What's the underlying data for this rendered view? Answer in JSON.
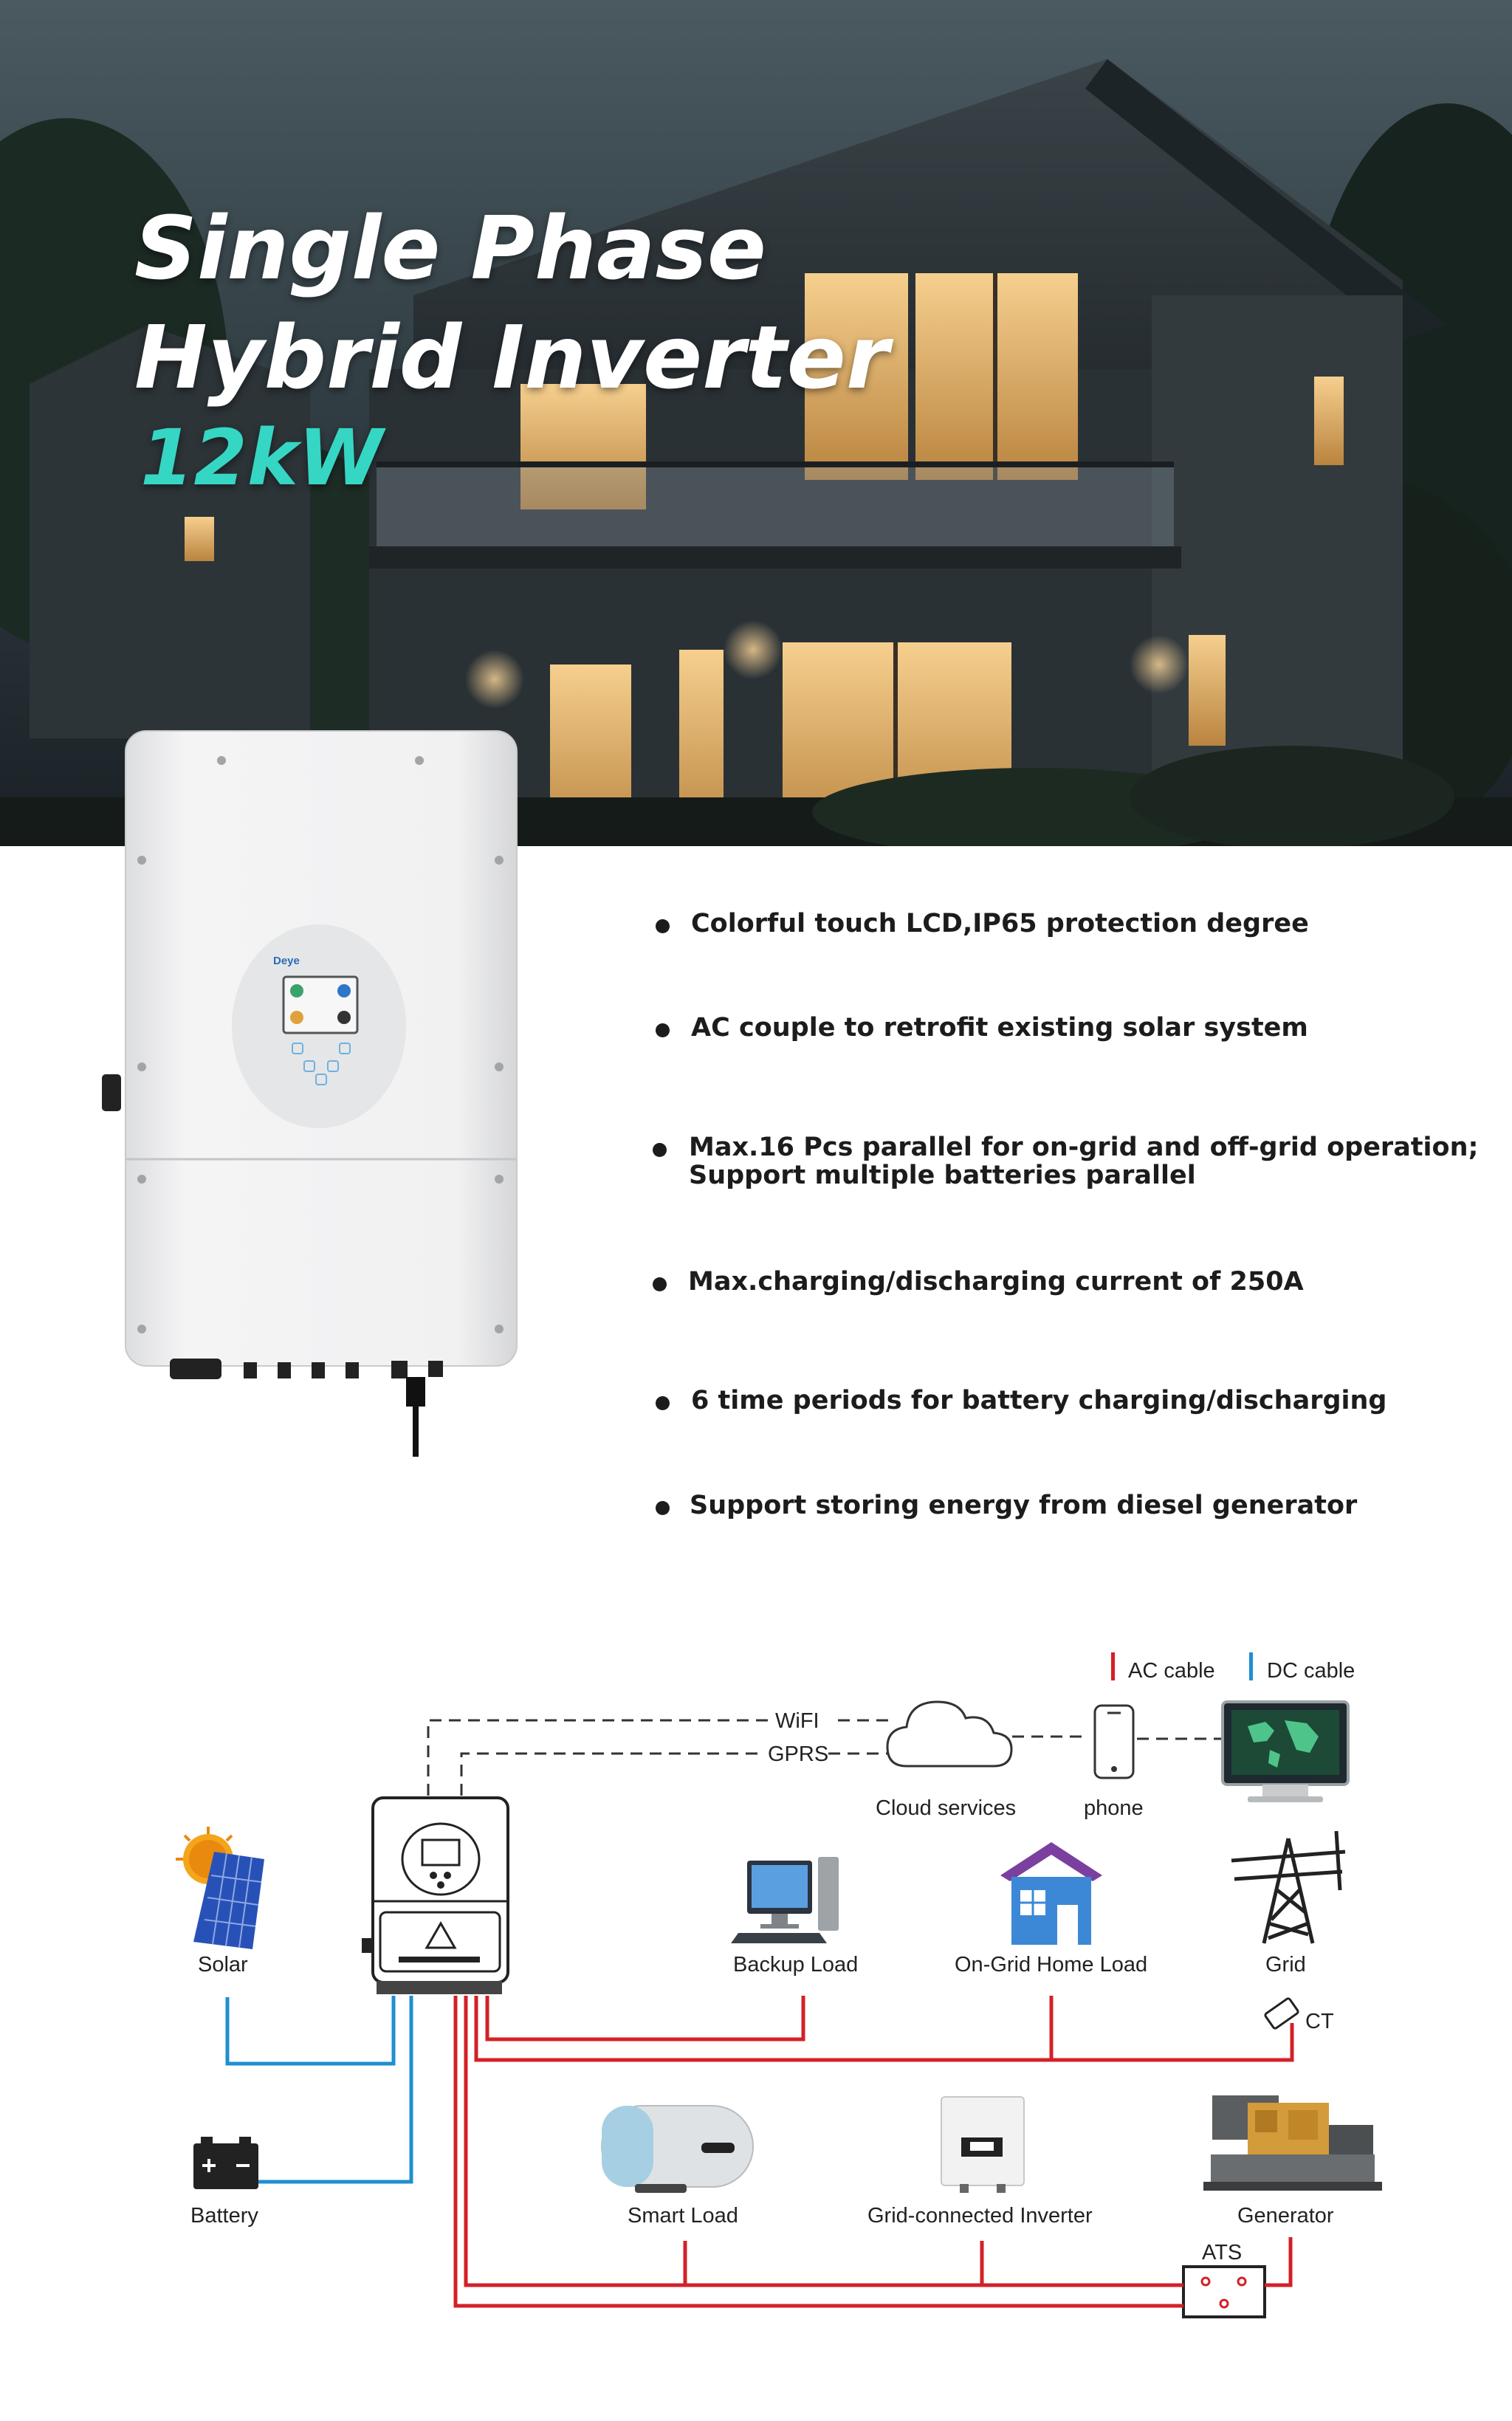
{
  "hero": {
    "title_line1": "Single Phase",
    "title_line2": "Hybrid Inverter",
    "power": "12kW"
  },
  "product": {
    "brand": "Deye"
  },
  "features": [
    {
      "lines": [
        "Colorful touch LCD,IP65 protection degree"
      ]
    },
    {
      "lines": [
        "AC couple to retrofit existing solar system"
      ]
    },
    {
      "lines": [
        "Max.16 Pcs parallel for on-grid and off-grid operation;",
        "Support multiple batteries parallel"
      ]
    },
    {
      "lines": [
        "Max.charging/discharging current of 250A"
      ]
    },
    {
      "lines": [
        "6 time periods for battery charging/discharging"
      ]
    },
    {
      "lines": [
        "Support storing energy from diesel generator"
      ]
    }
  ],
  "diagram": {
    "legend": {
      "ac": "AC cable",
      "dc": "DC cable"
    },
    "links": {
      "wifi": "WiFI",
      "gprs": "GPRS"
    },
    "labels": {
      "cloud": "Cloud services",
      "phone": "phone",
      "solar": "Solar",
      "backup": "Backup Load",
      "ongrid": "On-Grid Home Load",
      "grid": "Grid",
      "ct": "CT",
      "battery": "Battery",
      "smart": "Smart Load",
      "gridinv": "Grid-connected Inverter",
      "generator": "Generator",
      "ats": "ATS"
    },
    "colors": {
      "ac": "#d42027",
      "dc": "#1f8fd0"
    }
  }
}
